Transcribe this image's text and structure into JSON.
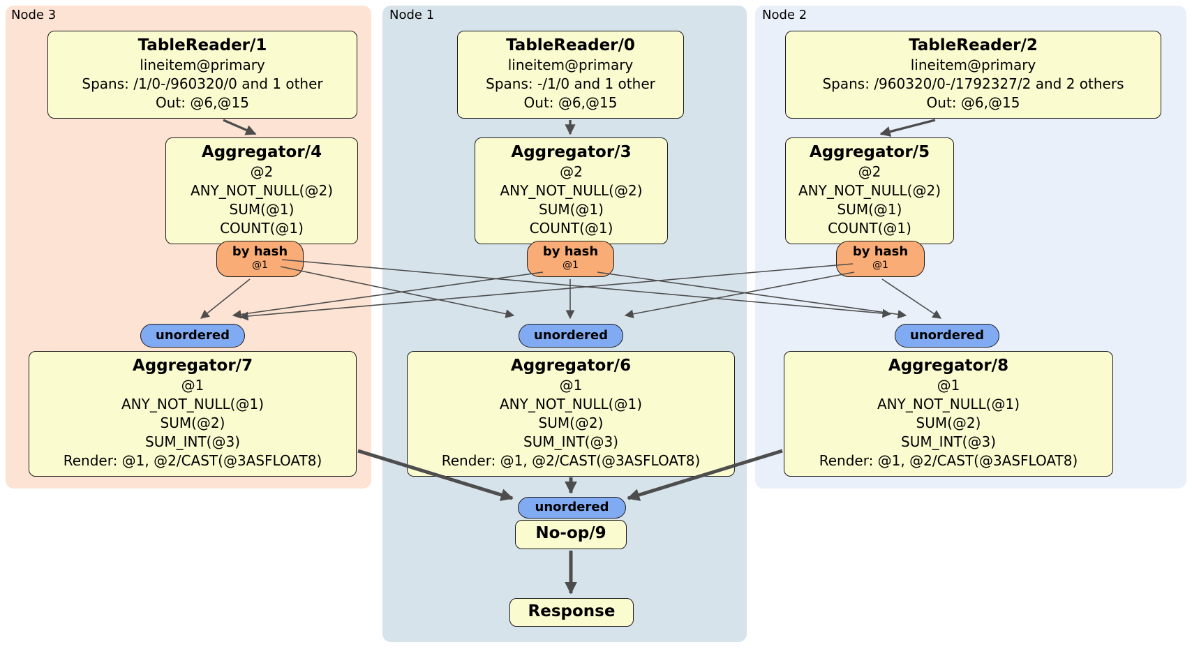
{
  "regions": {
    "node3": {
      "label": "Node 3"
    },
    "node1": {
      "label": "Node 1"
    },
    "node2": {
      "label": "Node 2"
    }
  },
  "processors": {
    "tr1": {
      "title": "TableReader/1",
      "lines": [
        "lineitem@primary",
        "Spans: /1/0-/960320/0 and 1 other",
        "Out: @6,@15"
      ]
    },
    "tr0": {
      "title": "TableReader/0",
      "lines": [
        "lineitem@primary",
        "Spans: -/1/0 and 1 other",
        "Out: @6,@15"
      ]
    },
    "tr2": {
      "title": "TableReader/2",
      "lines": [
        "lineitem@primary",
        "Spans: /960320/0-/1792327/2 and 2 others",
        "Out: @6,@15"
      ]
    },
    "agg4": {
      "title": "Aggregator/4",
      "lines": [
        "@2",
        "ANY_NOT_NULL(@2)",
        "SUM(@1)",
        "COUNT(@1)"
      ]
    },
    "agg3": {
      "title": "Aggregator/3",
      "lines": [
        "@2",
        "ANY_NOT_NULL(@2)",
        "SUM(@1)",
        "COUNT(@1)"
      ]
    },
    "agg5": {
      "title": "Aggregator/5",
      "lines": [
        "@2",
        "ANY_NOT_NULL(@2)",
        "SUM(@1)",
        "COUNT(@1)"
      ]
    },
    "agg7": {
      "title": "Aggregator/7",
      "lines": [
        "@1",
        "ANY_NOT_NULL(@1)",
        "SUM(@2)",
        "SUM_INT(@3)",
        "Render: @1, @2/CAST(@3ASFLOAT8)"
      ]
    },
    "agg6": {
      "title": "Aggregator/6",
      "lines": [
        "@1",
        "ANY_NOT_NULL(@1)",
        "SUM(@2)",
        "SUM_INT(@3)",
        "Render: @1, @2/CAST(@3ASFLOAT8)"
      ]
    },
    "agg8": {
      "title": "Aggregator/8",
      "lines": [
        "@1",
        "ANY_NOT_NULL(@1)",
        "SUM(@2)",
        "SUM_INT(@3)",
        "Render: @1, @2/CAST(@3ASFLOAT8)"
      ]
    },
    "noop": {
      "title": "No-op/9"
    },
    "response": {
      "title": "Response"
    }
  },
  "routers": {
    "by_hash": {
      "label": "by hash",
      "detail": "@1"
    },
    "unordered": {
      "label": "unordered"
    }
  },
  "colors": {
    "node3_bg": "#fce3d3",
    "node1_bg": "#d7e3eb",
    "node2_bg": "#eaf0fa",
    "box_bg": "#fbfbd0",
    "byhash_bg": "#f9ac75",
    "unordered_bg": "#80aaf2",
    "edge_color": "#4d4d4d"
  }
}
